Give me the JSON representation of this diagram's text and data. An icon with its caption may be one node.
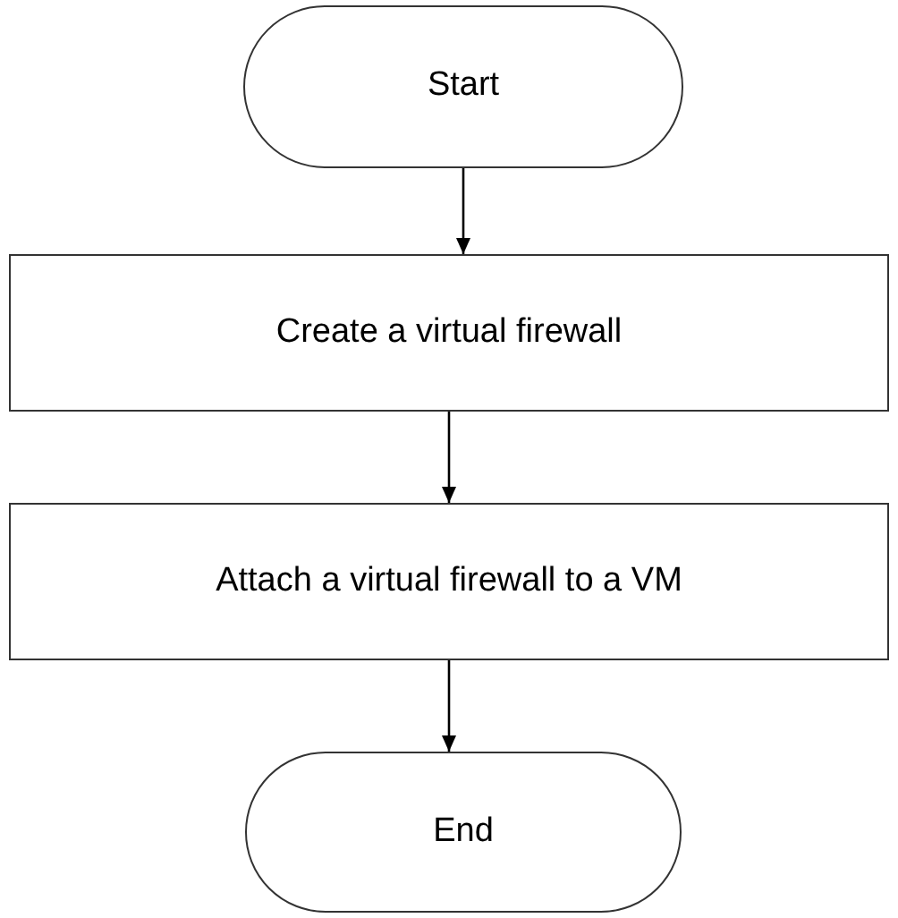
{
  "diagram": {
    "nodes": [
      {
        "text": [
          "Start"
        ]
      },
      {
        "text": [
          "Create a virtual firewall"
        ]
      },
      {
        "text": [
          "Attach a virtual firewall to a VM"
        ]
      },
      {
        "text": [
          "End"
        ]
      }
    ],
    "edges": [
      {
        "from": 0,
        "to": 1,
        "arrow": "to"
      },
      {
        "from": 1,
        "to": 2,
        "arrow": "to"
      },
      {
        "from": 2,
        "to": 3,
        "arrow": "to"
      }
    ]
  }
}
